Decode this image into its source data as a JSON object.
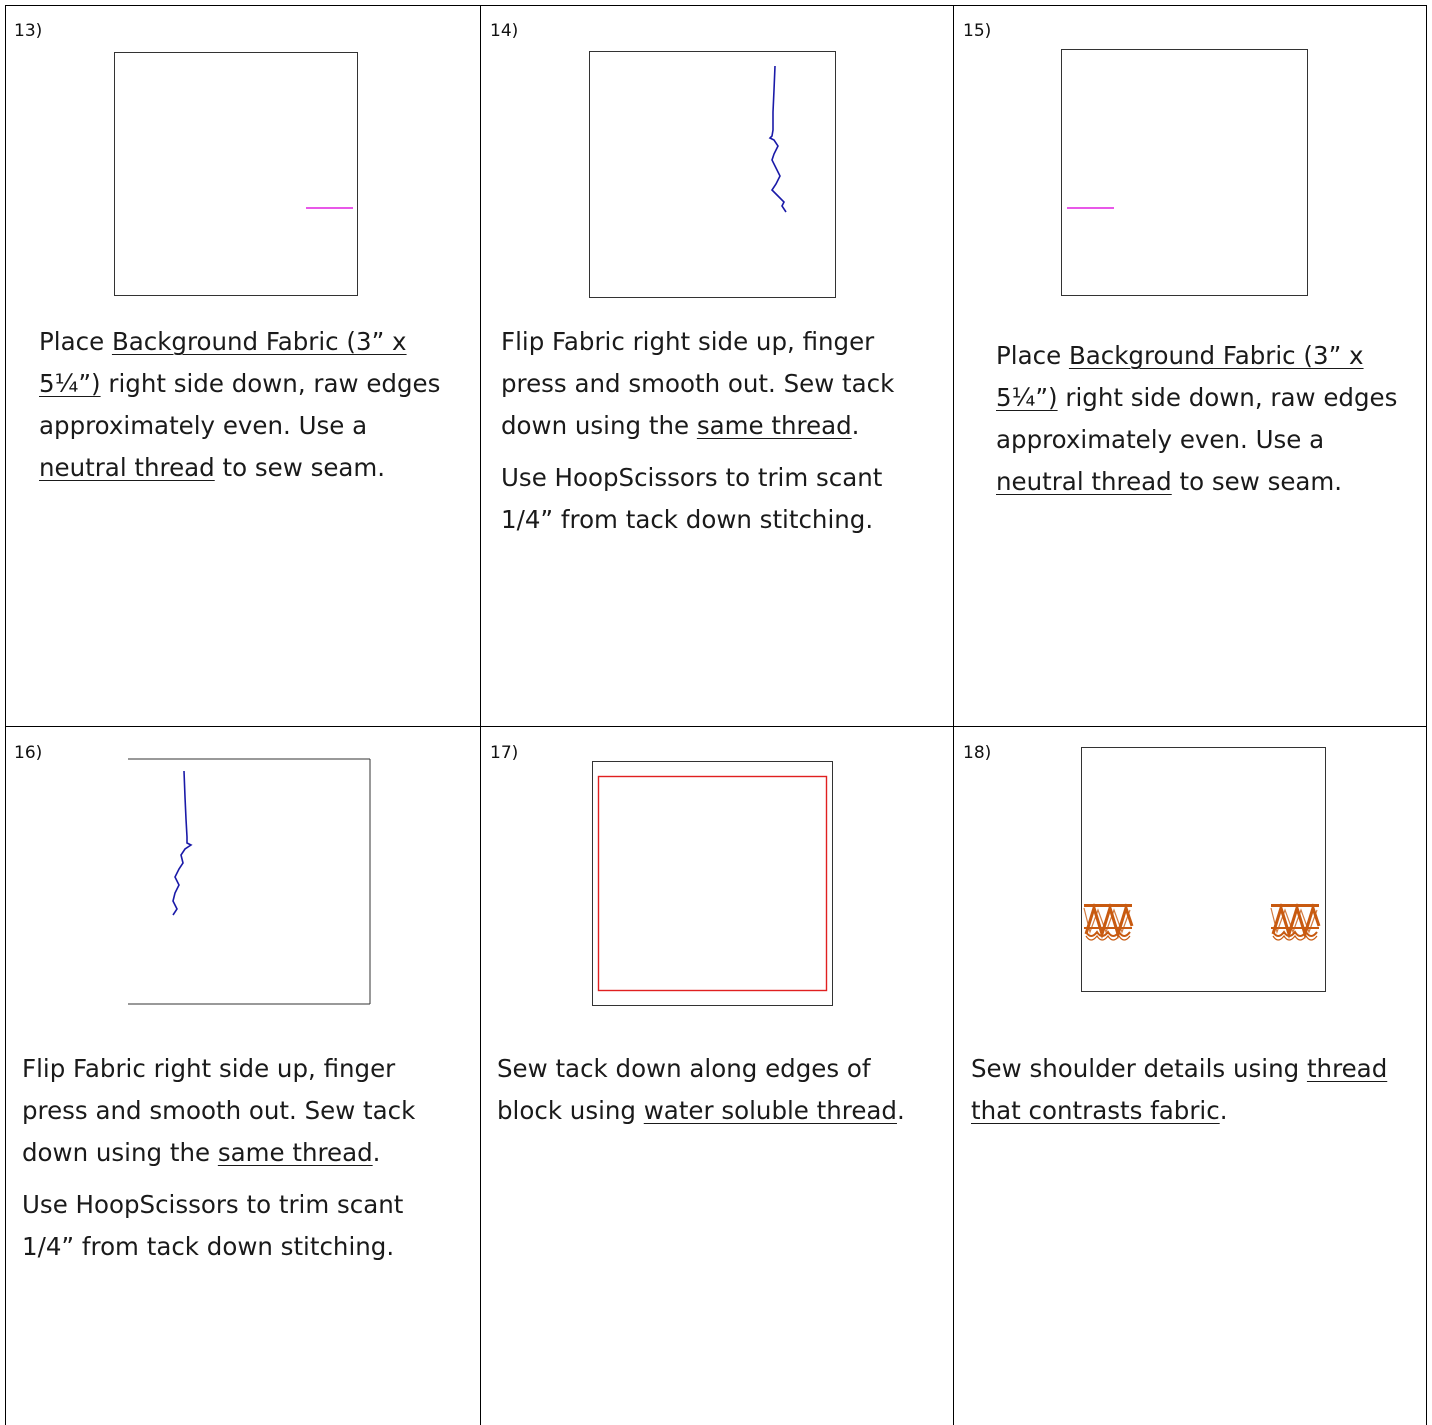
{
  "colors": {
    "seam_line": "#e020e0",
    "tack_line": "#1a1aa8",
    "water_soluble_border": "#e02020",
    "shoulder_detail": "#c85a10"
  },
  "steps": [
    {
      "number": "13)",
      "icon": "seam-line-right",
      "text_parts": [
        {
          "t": "Place ",
          "u": false
        },
        {
          "t": "Background Fabric (3” x 5¼”)",
          "u": true
        },
        {
          "t": " right side down, raw edges approximately even. Use a ",
          "u": false
        },
        {
          "t": "neutral thread",
          "u": true
        },
        {
          "t": " to sew seam.",
          "u": false
        }
      ],
      "text2_parts": []
    },
    {
      "number": "14)",
      "icon": "wavy-tack-line",
      "text_parts": [
        {
          "t": "Flip Fabric right side up, finger press and smooth out. Sew tack down using the ",
          "u": false
        },
        {
          "t": "same thread",
          "u": true
        },
        {
          "t": ".",
          "u": false
        }
      ],
      "text2_parts": [
        {
          "t": "Use HoopScissors to trim scant 1/4” from tack down stitching.",
          "u": false
        }
      ]
    },
    {
      "number": "15)",
      "icon": "seam-line-left",
      "text_parts": [
        {
          "t": "Place ",
          "u": false
        },
        {
          "t": "Background Fabric (3” x 5¼”)",
          "u": true
        },
        {
          "t": " right side down, raw edges approximately even. Use a ",
          "u": false
        },
        {
          "t": "neutral thread",
          "u": true
        },
        {
          "t": " to sew seam.",
          "u": false
        }
      ],
      "text2_parts": []
    },
    {
      "number": "16)",
      "icon": "wavy-tack-line",
      "text_parts": [
        {
          "t": "Flip Fabric right side up, finger press and smooth out. Sew tack down using the ",
          "u": false
        },
        {
          "t": "same thread",
          "u": true
        },
        {
          "t": ".",
          "u": false
        }
      ],
      "text2_parts": [
        {
          "t": "Use HoopScissors to trim scant 1/4” from tack down stitching.",
          "u": false
        }
      ]
    },
    {
      "number": "17)",
      "icon": "edge-tack-border",
      "text_parts": [
        {
          "t": "Sew tack down along edges of block using ",
          "u": false
        },
        {
          "t": "water soluble thread",
          "u": true
        },
        {
          "t": ".",
          "u": false
        }
      ],
      "text2_parts": []
    },
    {
      "number": "18)",
      "icon": "shoulder-details",
      "text_parts": [
        {
          "t": "Sew shoulder details using ",
          "u": false
        },
        {
          "t": "thread that contrasts fabric",
          "u": true
        },
        {
          "t": ".",
          "u": false
        }
      ],
      "text2_parts": []
    }
  ]
}
